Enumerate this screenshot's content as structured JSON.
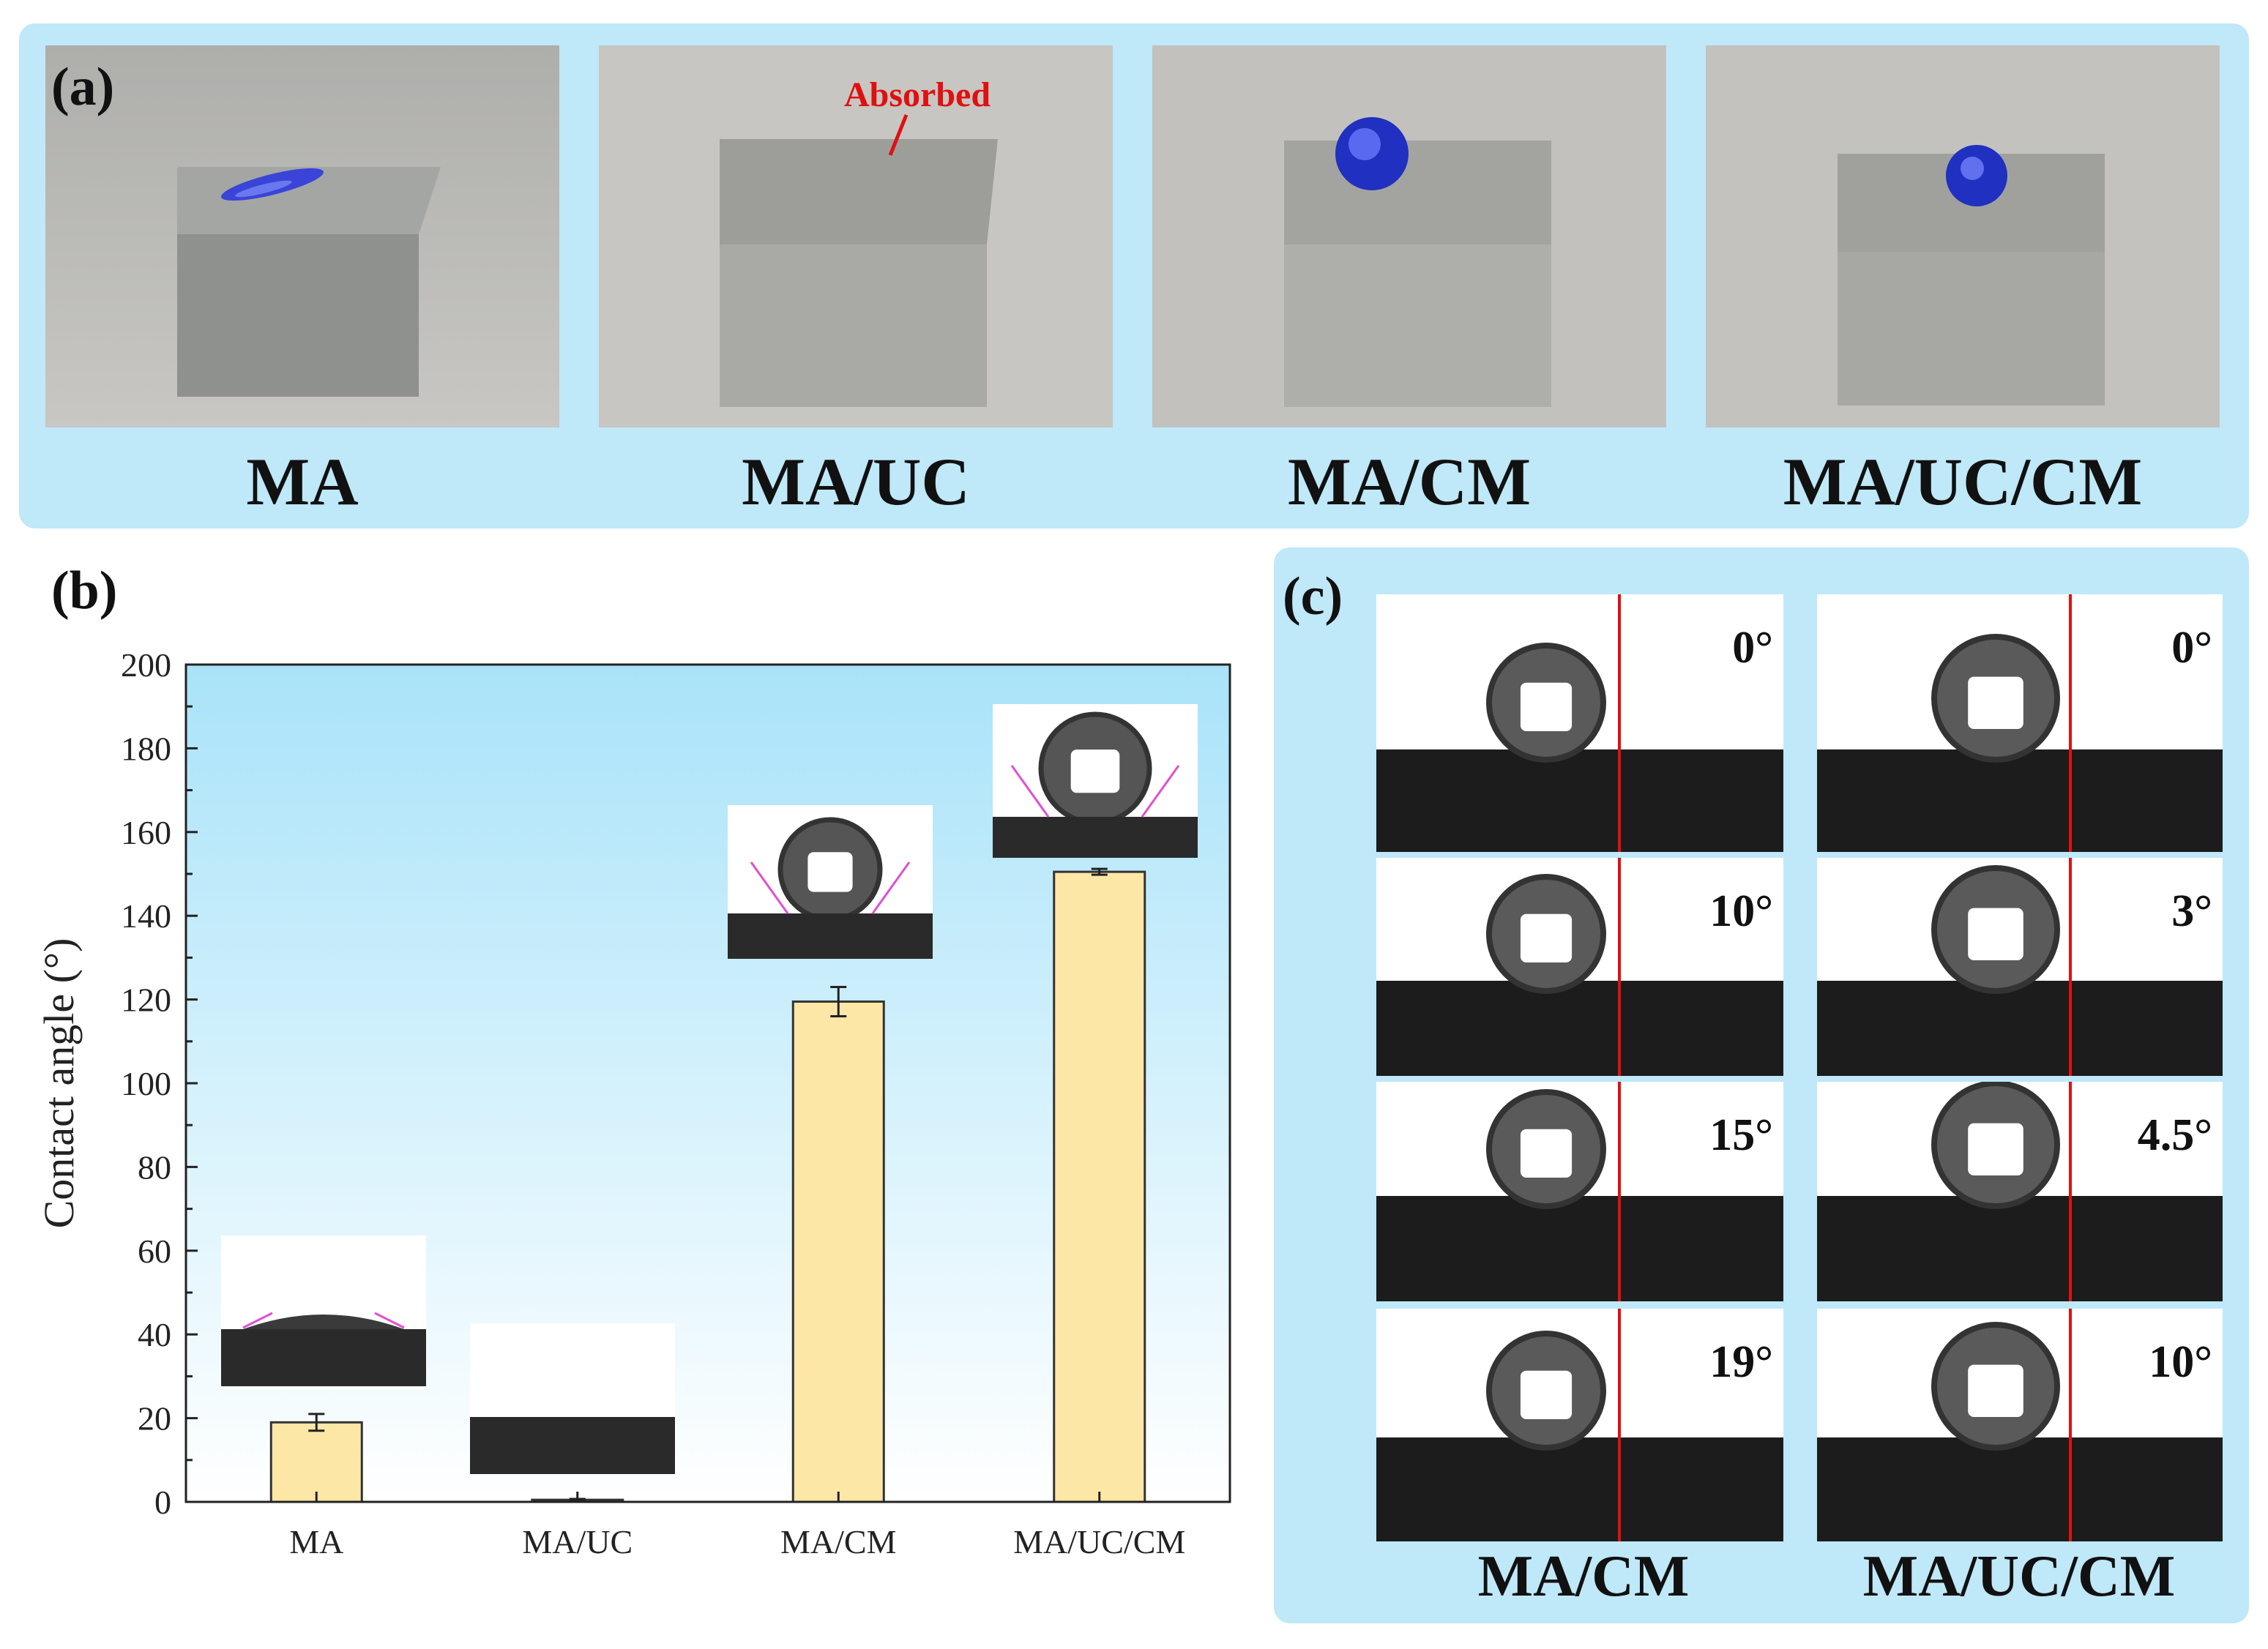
{
  "panel_a": {
    "letter": "(a)",
    "absorbed_label": "Absorbed",
    "labels": [
      "MA",
      "MA/UC",
      "MA/CM",
      "MA/UC/CM"
    ]
  },
  "panel_b": {
    "letter": "(b)",
    "ylabel": "Contact angle (°)",
    "yticks": [
      "0",
      "20",
      "40",
      "60",
      "80",
      "100",
      "120",
      "140",
      "160",
      "180",
      "200"
    ]
  },
  "panel_c": {
    "letter": "(c)",
    "columns": [
      {
        "label": "MA/CM",
        "angles": [
          "0°",
          "10°",
          "15°",
          "19°"
        ]
      },
      {
        "label": "MA/UC/CM",
        "angles": [
          "0°",
          "3°",
          "4.5°",
          "10°"
        ]
      }
    ]
  },
  "chart_data": {
    "type": "bar",
    "categories": [
      "MA",
      "MA/UC",
      "MA/CM",
      "MA/UC/CM"
    ],
    "values": [
      19,
      0.5,
      119.5,
      150.5
    ],
    "errors": [
      2,
      0.2,
      3.5,
      0.7
    ],
    "ylabel": "Contact angle (°)",
    "ylim": [
      0,
      200
    ],
    "bar_color": "#fde7a6",
    "background_gradient": [
      "#a9e3f9",
      "#ffffff"
    ]
  }
}
